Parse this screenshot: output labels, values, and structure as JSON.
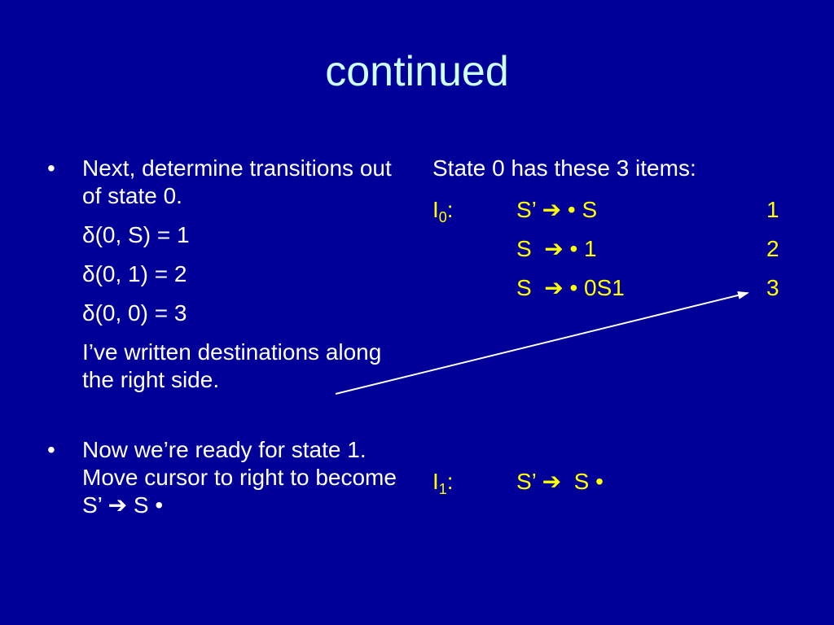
{
  "title": "continued",
  "left": {
    "bullet1": {
      "marker": "•",
      "text": "Next, determine transitions out of state 0.",
      "lines": [
        "δ(0, S) = 1",
        "δ(0, 1) = 2",
        "δ(0, 0) = 3"
      ],
      "note": "I’ve written destinations along the right side."
    },
    "bullet2": {
      "marker": "•",
      "text": "Now we’re ready for state 1.  Move cursor to right to become S’ ➔ S •"
    }
  },
  "right": {
    "heading": "State 0 has these 3 items:",
    "i0": {
      "label": "I",
      "sub": "0",
      "colon": ":",
      "items": [
        {
          "prod": "S’ ➔ • S",
          "dest": "1"
        },
        {
          "prod": "S  ➔ • 1",
          "dest": "2"
        },
        {
          "prod": "S  ➔ • 0S1",
          "dest": "3"
        }
      ]
    },
    "i1": {
      "label": "I",
      "sub": "1",
      "colon": ":",
      "prod": "S’ ➔  S •"
    }
  },
  "colors": {
    "background": "#000099",
    "title": "#ccffff",
    "item_text": "#ffff00",
    "body_text": "#ffffff"
  }
}
